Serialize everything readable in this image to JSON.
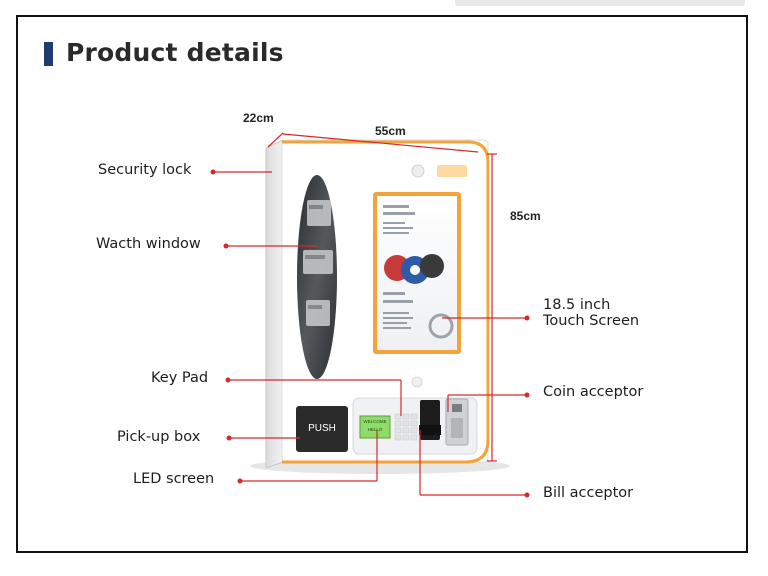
{
  "header": {
    "title": "Product details"
  },
  "dimensions": {
    "depth": "22cm",
    "width": "55cm",
    "height": "85cm"
  },
  "callouts": {
    "security_lock": "Security lock",
    "watch_window": "Wacth window",
    "key_pad": "Key Pad",
    "pickup_box": "Pick-up box",
    "led_screen": "LED screen",
    "touch_screen_line1": "18.5 inch",
    "touch_screen_line2": "Touch Screen",
    "coin_acceptor": "Coin acceptor",
    "bill_acceptor": "Bill acceptor"
  },
  "machine": {
    "push_label": "PUSH",
    "led_text_line1": "WELCOME",
    "led_text_line2": "HELLO"
  },
  "colors": {
    "accent_orange": "#f2a33a",
    "callout_red": "#d42a2a",
    "title_bar": "#1f3b73"
  }
}
